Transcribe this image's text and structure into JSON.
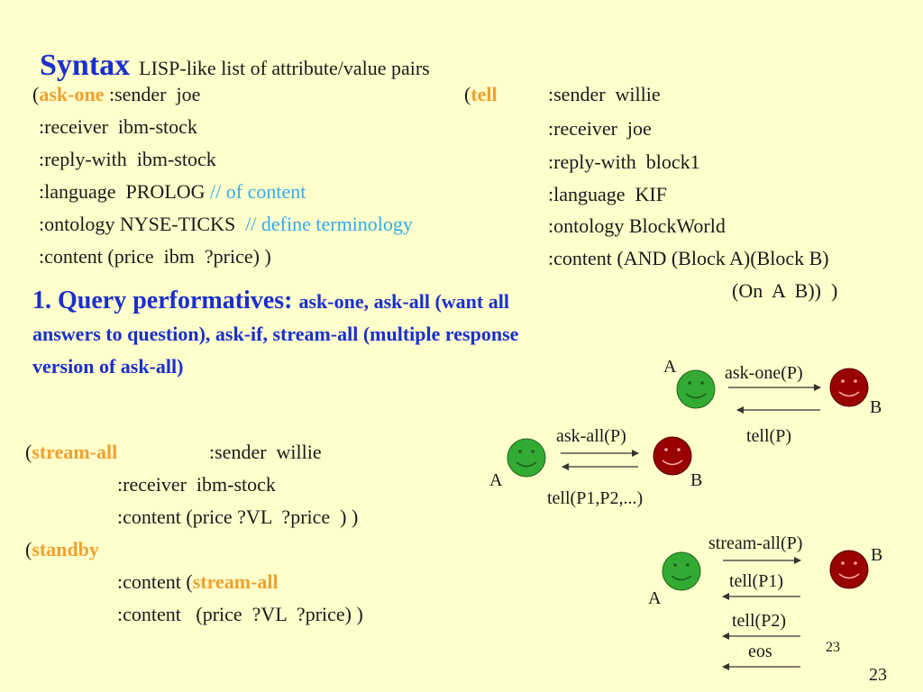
{
  "title": {
    "heading": "Syntax",
    "subtitle": "LISP-like list of attribute/value pairs"
  },
  "ask_one_msg": {
    "open": "(",
    "performative": "ask-one",
    "line1_rest": " :sender  joe",
    "line2": ":receiver  ibm-stock",
    "line3": ":reply-with  ibm-stock",
    "line4": ":language  PROLOG ",
    "line4_comment": "// of content",
    "line5": ":ontology NYSE-TICKS  ",
    "line5_comment": "// define terminology",
    "line6": ":content (price  ibm  ?price) )"
  },
  "tell_msg": {
    "open": "(",
    "performative": "tell",
    "line1": ":sender  willie",
    "line2": ":receiver  joe",
    "line3": ":reply-with  block1",
    "line4": ":language  KIF",
    "line5": ":ontology BlockWorld",
    "line6": ":content (AND (Block A)(Block B)",
    "line7": "(On  A  B))  )"
  },
  "query_performatives": {
    "heading": "1. Query performatives: ",
    "text": "ask-one, ask-all (want all answers to question), ask-if, stream-all (multiple response version of ask-all)"
  },
  "stream_all_msg": {
    "open": "(",
    "performative": "stream-all",
    "line1_rest": ":sender  willie",
    "line2": ":receiver  ibm-stock",
    "line3": ":content (price ?VL  ?price  ) )"
  },
  "standby_msg": {
    "open": "(",
    "performative": "standby",
    "line2_pre": ":content (",
    "line2_kw": "stream-all",
    "line3": ":content   (price  ?VL  ?price) )"
  },
  "diagram1": {
    "agent_a": "A",
    "agent_b": "B",
    "msg1": "ask-one(P)",
    "msg2": "tell(P)"
  },
  "diagram2": {
    "agent_a": "A",
    "agent_b": "B",
    "msg1": "ask-all(P)",
    "msg2": "tell(P1,P2,...)"
  },
  "diagram3": {
    "agent_a": "A",
    "agent_b": "B",
    "msg1": "stream-all(P)",
    "msg2": "tell(P1)",
    "msg3": "tell(P2)",
    "msg4": "eos"
  },
  "page": {
    "inner_number": "23",
    "number": "23"
  },
  "colors": {
    "background": "#ffffcc",
    "heading": "#1a2fcc",
    "keyword": "#f0a030",
    "comment": "#33aaee",
    "agent_a": "#33aa33",
    "agent_b": "#990000"
  }
}
